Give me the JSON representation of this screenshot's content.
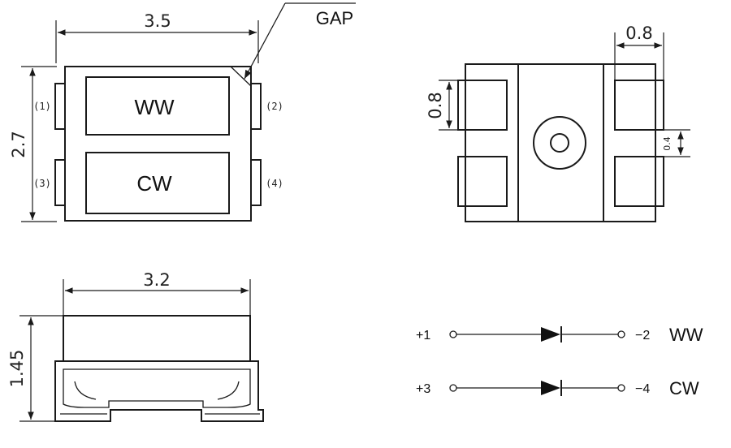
{
  "top_view": {
    "dim_width": "3.5",
    "dim_height": "2.7",
    "gap_label": "GAP",
    "pins": [
      "(1)",
      "(2)",
      "(3)",
      "(4)"
    ],
    "chip_top": "WW",
    "chip_bottom": "CW"
  },
  "bottom_view": {
    "dim_pad_width": "0.8",
    "dim_pad_height": "0.8",
    "dim_pad_gap": "0.4"
  },
  "side_view": {
    "dim_width": "3.2",
    "dim_height": "1.45"
  },
  "schematic": {
    "rows": [
      {
        "anode": "+1",
        "cathode": "−2",
        "name": "WW"
      },
      {
        "anode": "+3",
        "cathode": "−4",
        "name": "CW"
      }
    ]
  }
}
